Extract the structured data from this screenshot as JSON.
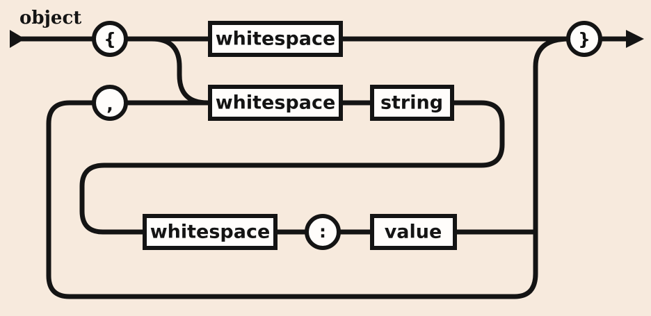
{
  "diagram": {
    "title": "object",
    "type": "railroad-syntax-diagram",
    "background_color": "#f7eadd",
    "line_color": "#141414",
    "node_fill_color": "#fffdfb",
    "terminals": [
      {
        "id": "open-brace",
        "label": "{",
        "shape": "circle"
      },
      {
        "id": "comma",
        "label": ",",
        "shape": "circle"
      },
      {
        "id": "colon",
        "label": ":",
        "shape": "circle"
      },
      {
        "id": "close-brace",
        "label": "}",
        "shape": "circle"
      }
    ],
    "nonterminals": [
      {
        "id": "whitespace-top",
        "label": "whitespace",
        "shape": "box"
      },
      {
        "id": "whitespace-mid",
        "label": "whitespace",
        "shape": "box"
      },
      {
        "id": "string",
        "label": "string",
        "shape": "box"
      },
      {
        "id": "whitespace-bottom",
        "label": "whitespace",
        "shape": "box"
      },
      {
        "id": "value",
        "label": "value",
        "shape": "box"
      }
    ],
    "paths": [
      "object -> { -> whitespace -> }",
      "object -> { -> whitespace -> string -> whitespace -> : -> value -> }",
      "value -> , -> whitespace -> string (repeat)"
    ],
    "markers": {
      "start": "start-arrow",
      "end": "end-arrow"
    }
  }
}
